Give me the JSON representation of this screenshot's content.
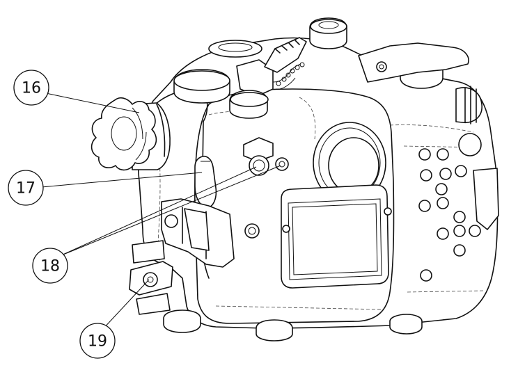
{
  "callouts": [
    {
      "label": "16"
    },
    {
      "label": "17"
    },
    {
      "label": "18"
    },
    {
      "label": "19"
    }
  ]
}
